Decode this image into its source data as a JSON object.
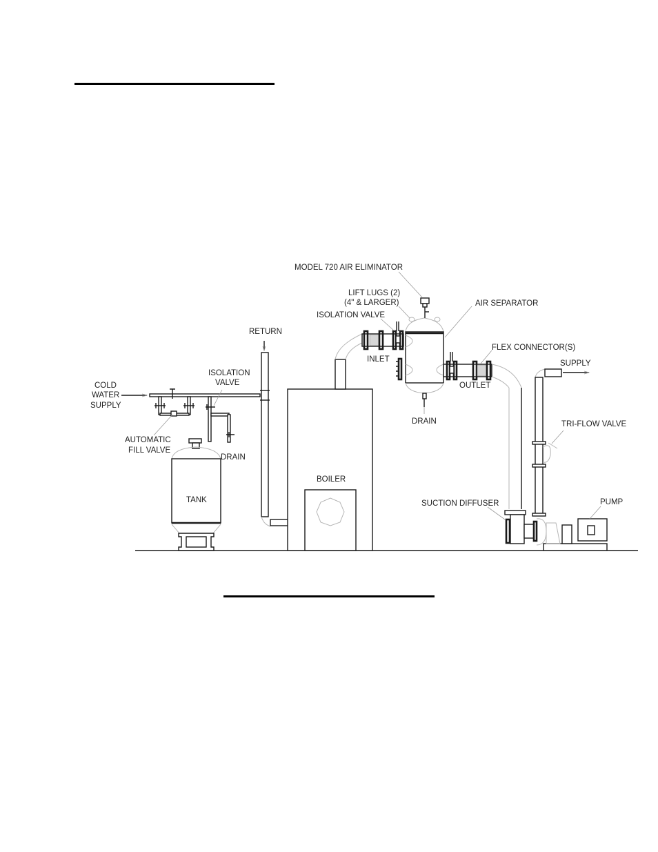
{
  "document": {
    "heading_rule_top": "",
    "heading_rule_bottom": ""
  },
  "diagram": {
    "title": "Boiler system piping schematic with Model 720 air eliminator",
    "labels": {
      "air_eliminator": "MODEL 720 AIR ELIMINATOR",
      "lift_lugs_1": "LIFT LUGS (2)",
      "lift_lugs_2": "(4\" & LARGER)",
      "isolation_valve_top": "ISOLATION VALVE",
      "air_separator": "AIR SEPARATOR",
      "return": "RETURN",
      "inlet": "INLET",
      "flex_connectors": "FLEX CONNECTOR(S)",
      "supply": "SUPPLY",
      "outlet": "OUTLET",
      "isolation_valve_left_1": "ISOLATION",
      "isolation_valve_left_2": "VALVE",
      "cold_1": "COLD",
      "cold_2": "WATER",
      "cold_3": "SUPPLY",
      "drain_separator": "DRAIN",
      "tri_flow_valve": "TRI-FLOW VALVE",
      "auto_fill_1": "AUTOMATIC",
      "auto_fill_2": "FILL VALVE",
      "drain_tank": "DRAIN",
      "boiler": "BOILER",
      "tank": "TANK",
      "suction_diffuser": "SUCTION DIFFUSER",
      "pump": "PUMP"
    }
  }
}
